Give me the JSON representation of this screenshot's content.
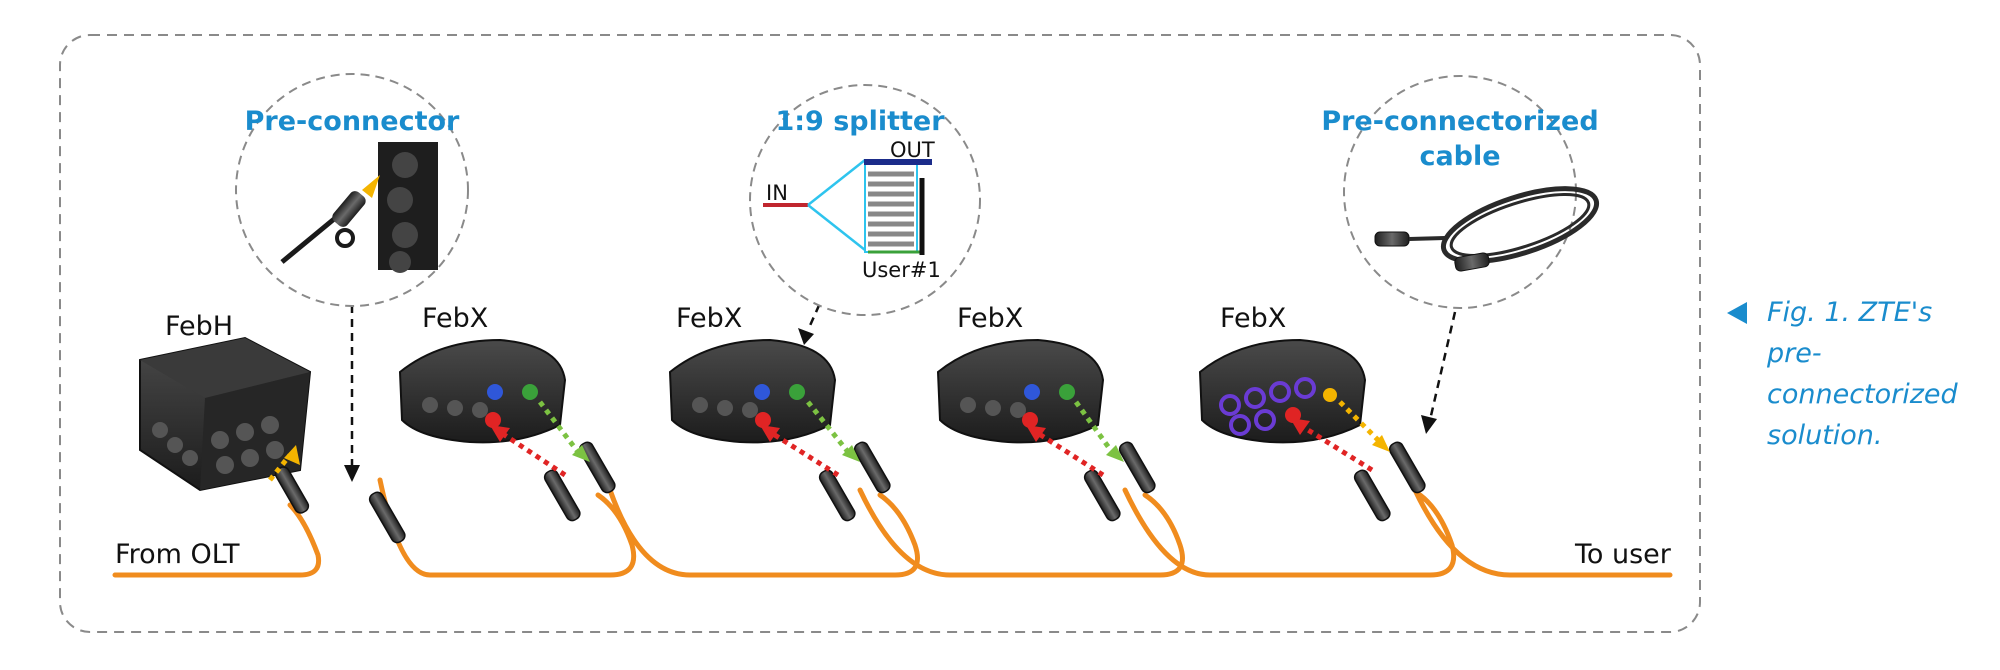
{
  "labels": {
    "from_olt": "From OLT",
    "to_user": "To user",
    "febh": "FebH",
    "febx": "FebX"
  },
  "callouts": {
    "pre_connector": "Pre-connector",
    "splitter": "1:9 splitter",
    "splitter_in": "IN",
    "splitter_out": "OUT",
    "splitter_user": "User#1",
    "cable_line1": "Pre-connectorized",
    "cable_line2": "cable"
  },
  "caption": "Fig. 1. ZTE's pre-connectorized solution.",
  "colors": {
    "accent": "#1a8ccd",
    "cable": "#f08c1e",
    "device": "#2a2a2a",
    "arrow_red": "#e02424",
    "arrow_green": "#7cc242",
    "arrow_yellow": "#f4b400",
    "port_blue": "#2f57d9",
    "port_purple": "#6a3bd4"
  }
}
